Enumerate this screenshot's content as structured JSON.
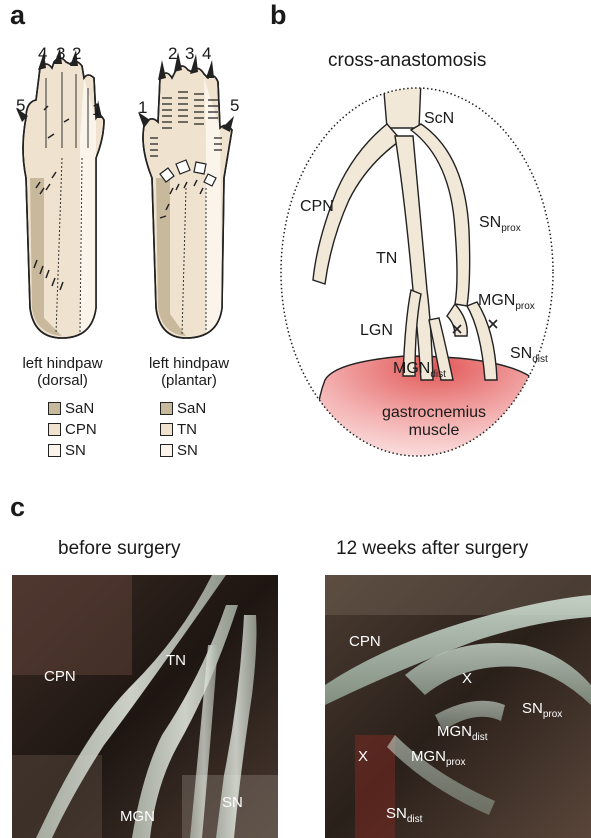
{
  "panel_a": {
    "letter": "a",
    "dorsal": {
      "digits": [
        "4",
        "3",
        "2",
        "5",
        "1"
      ],
      "caption_line1": "left hindpaw",
      "caption_line2": "(dorsal)",
      "legend": [
        {
          "label": "SaN",
          "color": "#c8b89c"
        },
        {
          "label": "CPN",
          "color": "#efe3cf"
        },
        {
          "label": "SN",
          "color": "#faf4ea"
        }
      ]
    },
    "plantar": {
      "digits": [
        "2",
        "3",
        "4",
        "1",
        "5"
      ],
      "caption_line1": "left hindpaw",
      "caption_line2": "(plantar)",
      "legend": [
        {
          "label": "SaN",
          "color": "#c8b89c"
        },
        {
          "label": "TN",
          "color": "#efe3cf"
        },
        {
          "label": "SN",
          "color": "#faf4ea"
        }
      ]
    }
  },
  "panel_b": {
    "letter": "b",
    "title": "cross-anastomosis",
    "labels": {
      "scn": "ScN",
      "cpn": "CPN",
      "sn": "SN",
      "sn_sub": "prox",
      "tn": "TN",
      "mgn": "MGN",
      "mgn_sub": "prox",
      "lgn": "LGN",
      "sndist": "SN",
      "sndist_sub": "dist",
      "mgndist": "MGN",
      "mgndist_sub": "dist",
      "muscle1": "gastrocnemius",
      "muscle2": "muscle"
    }
  },
  "panel_c": {
    "letter": "c",
    "left_title": "before surgery",
    "right_title": "12 weeks after surgery",
    "left_labels": {
      "cpn": "CPN",
      "tn": "TN",
      "mgn": "MGN",
      "sn": "SN"
    },
    "right_labels": {
      "cpn": "CPN",
      "x1": "X",
      "x2": "X",
      "snprox": "SN",
      "snprox_sub": "prox",
      "mgndist": "MGN",
      "mgndist_sub": "dist",
      "mgnprox": "MGN",
      "mgnprox_sub": "prox",
      "sndist": "SN",
      "sndist_sub": "dist"
    }
  }
}
